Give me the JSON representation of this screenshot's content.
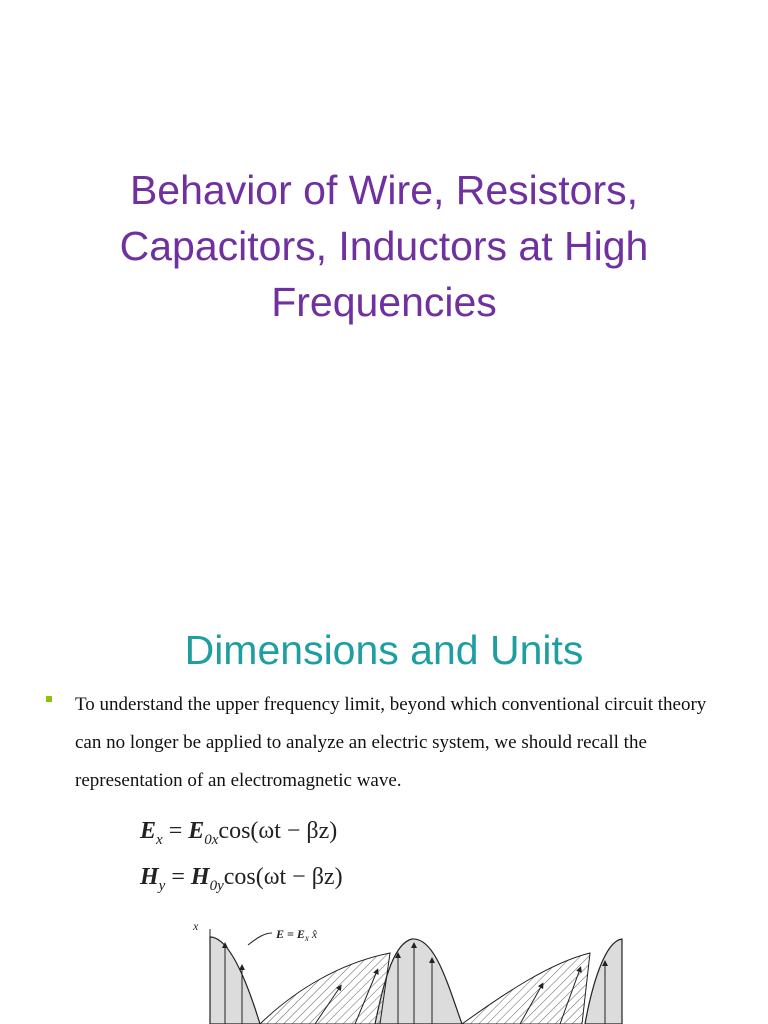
{
  "slide1": {
    "title_lines": [
      "Behavior of Wire, Resistors,",
      "Capacitors, Inductors at High",
      "Frequencies"
    ]
  },
  "slide2": {
    "title": "Dimensions and Units",
    "bullet": "To understand the upper frequency limit, beyond which conventional circuit theory can no longer be applied to analyze an electric system, we should recall the representation of an electromagnetic wave.",
    "equations": [
      {
        "lhs": "E",
        "lhs_sub": "x",
        "amp": "E",
        "amp_sub": "0x",
        "rest": "cos(ωt − βz)"
      },
      {
        "lhs": "H",
        "lhs_sub": "y",
        "amp": "H",
        "amp_sub": "0y",
        "rest": "cos(ωt − βz)"
      }
    ],
    "figure": {
      "axis_label": "x",
      "field_label": "E = E",
      "field_label_sub": "x",
      "field_label_vec": "x̂"
    }
  },
  "colors": {
    "title1": "#7030a0",
    "title2": "#1f9ea1",
    "bullet": "#8bc400"
  }
}
